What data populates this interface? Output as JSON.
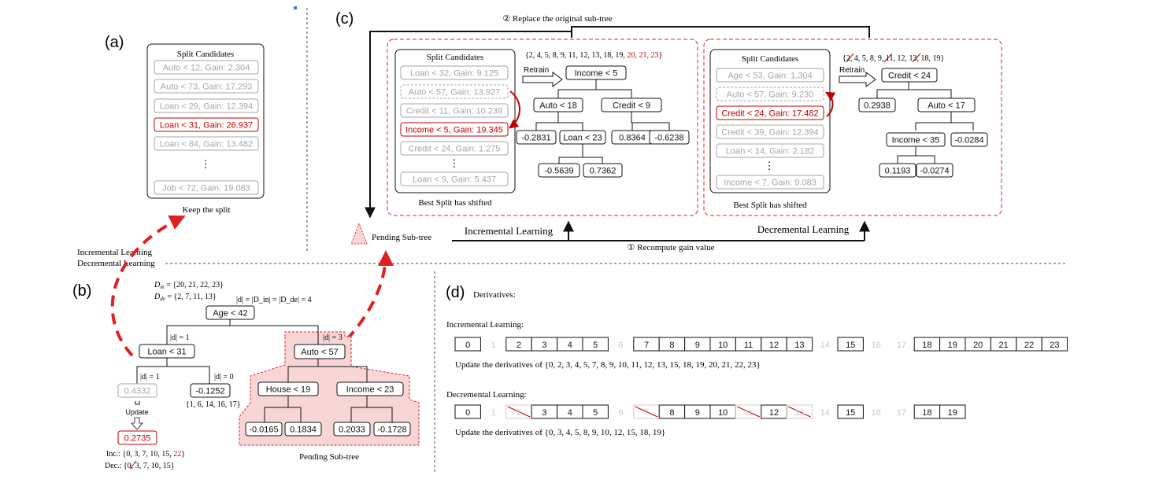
{
  "colors": {
    "accent": "#c00000",
    "faded": "#a6a6a6",
    "box": "#111111",
    "pending_fill": "#f9d6d6"
  },
  "panel_a": {
    "label": "(a)",
    "box_title": "Split Candidates",
    "candidates": [
      "Auto < 12, Gain: 2.304",
      "Auto < 73, Gain: 17.293",
      "Loan < 29, Gain: 12.394",
      "Loan < 31, Gain: 26.937",
      "Loan < 84, Gain: 13.482",
      "Job < 72, Gain: 19.083"
    ],
    "highlight_index": 3,
    "ellipsis": "⋮",
    "caption": "Keep the split"
  },
  "side_label": {
    "line1": "Incremental Learning",
    "line2": "Decremental Learning"
  },
  "panel_b": {
    "label": "(b)",
    "d_in": "D",
    "d_in_sub": "in",
    "d_in_val": " = {20, 21, 22, 23}",
    "d_de": "D",
    "d_de_sub": "de",
    "d_de_val": " = {2, 7, 11, 13}",
    "d_size": "|d| = |D_in| = |D_de| = 4",
    "root": "Age < 42",
    "left_node": "Loan < 31",
    "right_node": "Auto < 57",
    "d_left": "|d| = 1",
    "d_right": "|d| = 3",
    "d_ll": "|d| = 1",
    "d_lr": "|d| = 0",
    "leaf_old": "0.4332",
    "leaf_new": "0.2735",
    "update_label": "Update",
    "leaf_lr": "-0.1252",
    "leaf_lr_set": "{1, 6, 14, 16, 17}",
    "inc_set_prefix": "Inc.: {0, 3, 7, 10, 15, ",
    "inc_set_red": "22",
    "inc_set_suffix": "}",
    "dec_set_prefix": "Dec.: {0, ",
    "dec_set_struck": "3",
    "dec_set_suffix": ", 7, 10, 15}",
    "sub_left": "House < 19",
    "sub_right": "Income < 23",
    "sub_leaves": [
      "-0.0165",
      "0.1834",
      "0.2033",
      "-0.1728"
    ],
    "pending_caption": "Pending Sub-tree"
  },
  "panel_c": {
    "label": "(c)",
    "replace_label": "② Replace the original sub-tree",
    "recompute_label": "① Recompute gain value",
    "pending_label": "Pending Sub-tree",
    "inc_label": "Incremental Learning",
    "dec_label": "Decremental Learning",
    "retrain": "Retrain",
    "inc": {
      "box_title": "Split Candidates",
      "candidates": [
        "Loan < 32, Gain: 9.125",
        "Auto < 57, Gain: 13.927",
        "Credit < 11, Gain: 10.239",
        "Income < 5, Gain: 19.345",
        "Credit < 24, Gain: 1.275",
        "Loan < 9, Gain: 5.437"
      ],
      "ellipsis": "⋮",
      "set_prefix": "{2, 4, 5, 8, 9, 11, 12, 13, 18, 19, ",
      "set_red": "20, 21, 23",
      "set_suffix": "}",
      "caption": "Best Split has shifted",
      "root": "Income < 5",
      "n_left": "Auto < 18",
      "n_right": "Credit < 9",
      "n_ll": "-0.2831",
      "n_lr": "Loan < 23",
      "n_rl": "0.8364",
      "n_rr": "-0.6238",
      "n_lrl": "-0.5639",
      "n_lrr": "0.7362"
    },
    "dec": {
      "box_title": "Split Candidates",
      "candidates": [
        "Age < 53, Gain: 1.304",
        "Auto < 57, Gain: 9.230",
        "Credit < 24, Gain: 17.482",
        "Credit < 39, Gain: 12.394",
        "Loan < 14, Gain: 2.182",
        "Income < 7, Gain: 9.083"
      ],
      "ellipsis": "⋮",
      "set_open": "{",
      "set_items": [
        {
          "t": "2",
          "s": true
        },
        {
          "t": ", 4, 5, 8, 9, ",
          "s": false
        },
        {
          "t": "11",
          "s": true
        },
        {
          "t": ", 12, ",
          "s": false
        },
        {
          "t": "13",
          "s": true
        },
        {
          "t": ", 18, 19}",
          "s": false
        }
      ],
      "caption": "Best Split has shifted",
      "root": "Credit < 24",
      "n_left": "0.2938",
      "n_right": "Auto < 17",
      "n_rl": "Income < 35",
      "n_rr": "-0.0284",
      "n_rll": "0.1193",
      "n_rlr": "-0.0274"
    }
  },
  "panel_d": {
    "label": "(d)",
    "title": "Derivatives:",
    "inc_title": "Incremental Learning:",
    "inc_cells": [
      {
        "t": "0",
        "st": "on"
      },
      {
        "t": "1",
        "st": "off"
      },
      {
        "t": "2",
        "st": "on"
      },
      {
        "t": "3",
        "st": "on"
      },
      {
        "t": "4",
        "st": "on"
      },
      {
        "t": "5",
        "st": "on"
      },
      {
        "t": "6",
        "st": "off"
      },
      {
        "t": "7",
        "st": "on"
      },
      {
        "t": "8",
        "st": "on"
      },
      {
        "t": "9",
        "st": "on"
      },
      {
        "t": "10",
        "st": "on"
      },
      {
        "t": "11",
        "st": "on"
      },
      {
        "t": "12",
        "st": "on"
      },
      {
        "t": "13",
        "st": "on"
      },
      {
        "t": "14",
        "st": "off"
      },
      {
        "t": "15",
        "st": "on"
      },
      {
        "t": "16",
        "st": "off"
      },
      {
        "t": "17",
        "st": "off"
      },
      {
        "t": "18",
        "st": "on"
      },
      {
        "t": "19",
        "st": "on"
      },
      {
        "t": "20",
        "st": "on"
      },
      {
        "t": "21",
        "st": "on"
      },
      {
        "t": "22",
        "st": "on"
      },
      {
        "t": "23",
        "st": "on"
      }
    ],
    "inc_update": "Update the derivatives of {0, 2, 3, 4, 5, 7, 8, 9, 10, 11, 12, 13, 15, 18, 19, 20, 21, 22, 23}",
    "dec_title": "Decremental Learning:",
    "dec_cells": [
      {
        "t": "0",
        "st": "on"
      },
      {
        "t": "1",
        "st": "off"
      },
      {
        "t": "2",
        "st": "struck"
      },
      {
        "t": "3",
        "st": "on"
      },
      {
        "t": "4",
        "st": "on"
      },
      {
        "t": "5",
        "st": "on"
      },
      {
        "t": "6",
        "st": "off"
      },
      {
        "t": "7",
        "st": "struck"
      },
      {
        "t": "8",
        "st": "on"
      },
      {
        "t": "9",
        "st": "on"
      },
      {
        "t": "10",
        "st": "on"
      },
      {
        "t": "11",
        "st": "struck"
      },
      {
        "t": "12",
        "st": "on"
      },
      {
        "t": "13",
        "st": "struck"
      },
      {
        "t": "14",
        "st": "off"
      },
      {
        "t": "15",
        "st": "on"
      },
      {
        "t": "16",
        "st": "off"
      },
      {
        "t": "17",
        "st": "off"
      },
      {
        "t": "18",
        "st": "on"
      },
      {
        "t": "19",
        "st": "on"
      }
    ],
    "dec_update": "Update the derivatives of {0, 3, 4, 5, 8, 9, 10, 12, 15, 18, 19}"
  }
}
